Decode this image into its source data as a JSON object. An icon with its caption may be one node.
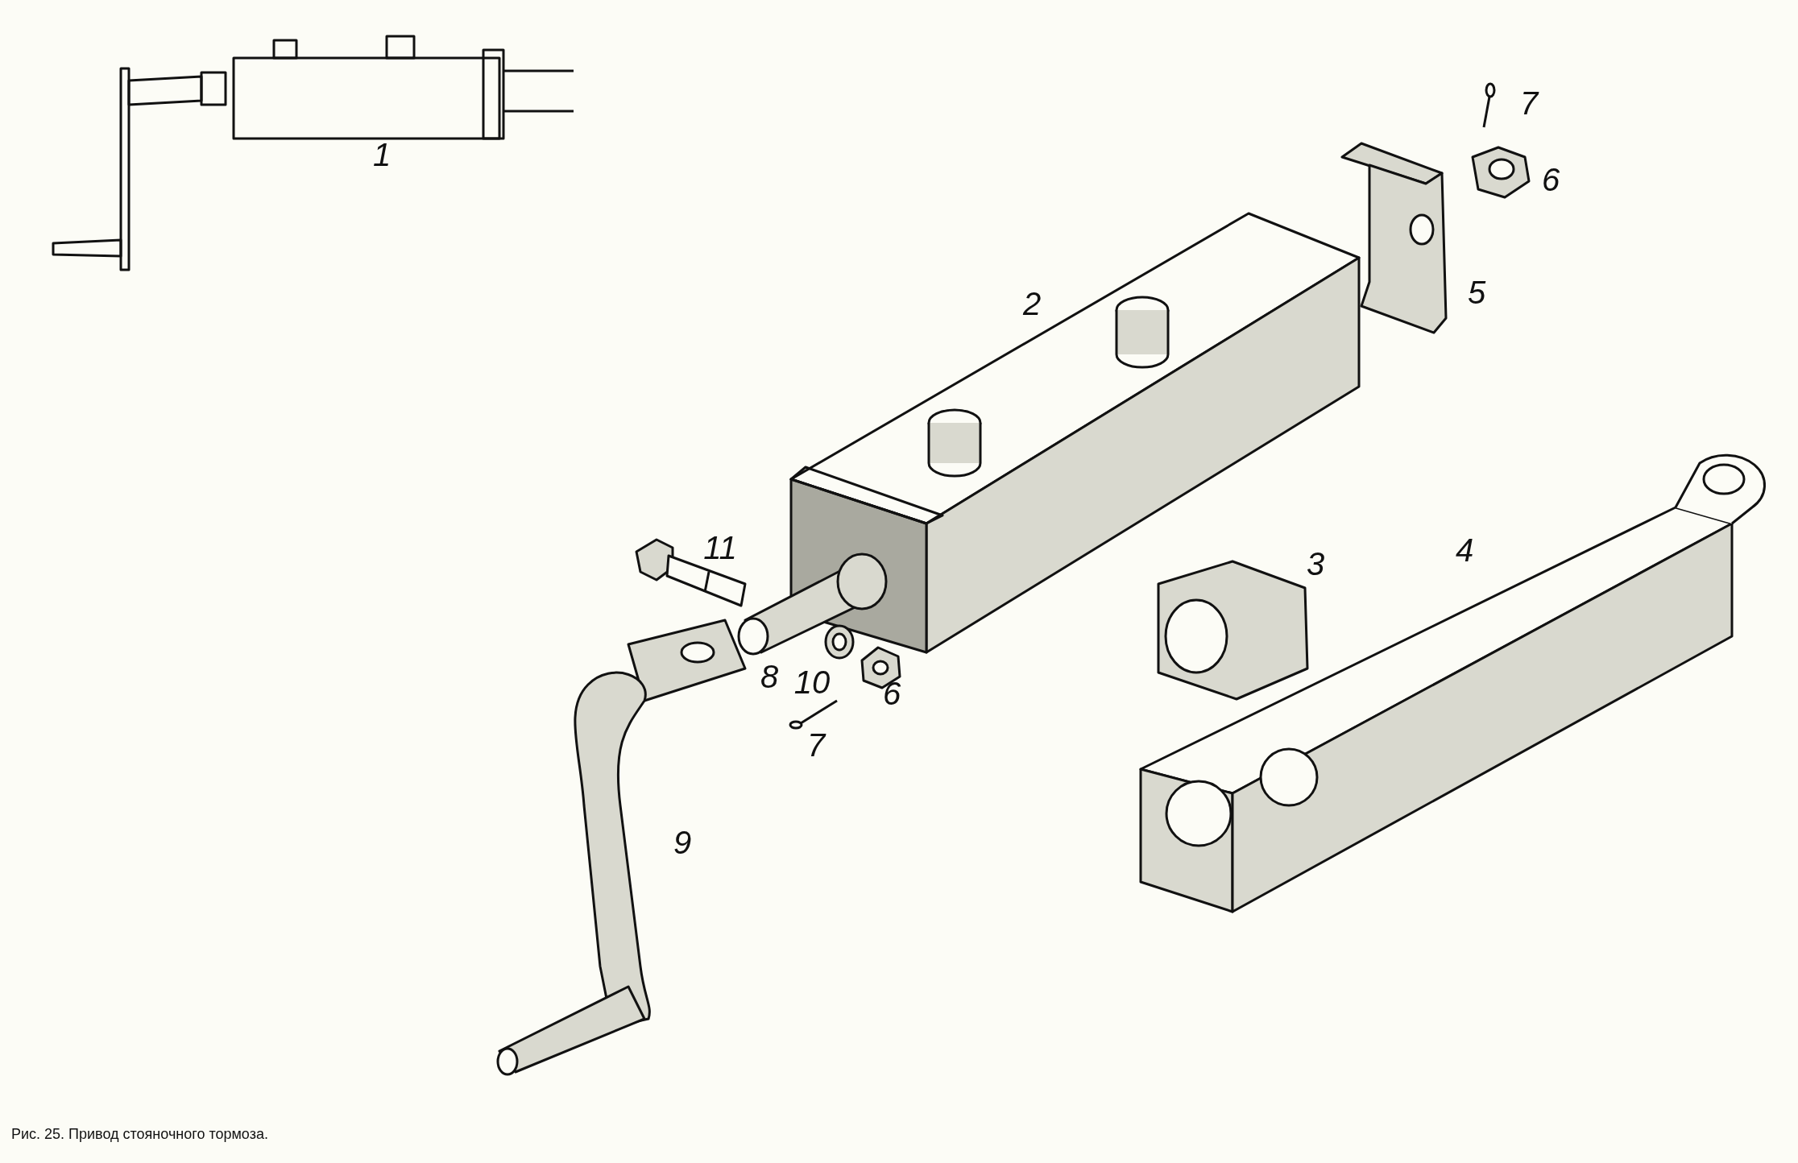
{
  "diagram": {
    "caption": "Рис. 25. Привод стояночного тормоза.",
    "labels": [
      "7",
      "1",
      "6",
      "5",
      "2",
      "4",
      "11",
      "3",
      "8",
      "10",
      "6",
      "7",
      "9"
    ]
  }
}
